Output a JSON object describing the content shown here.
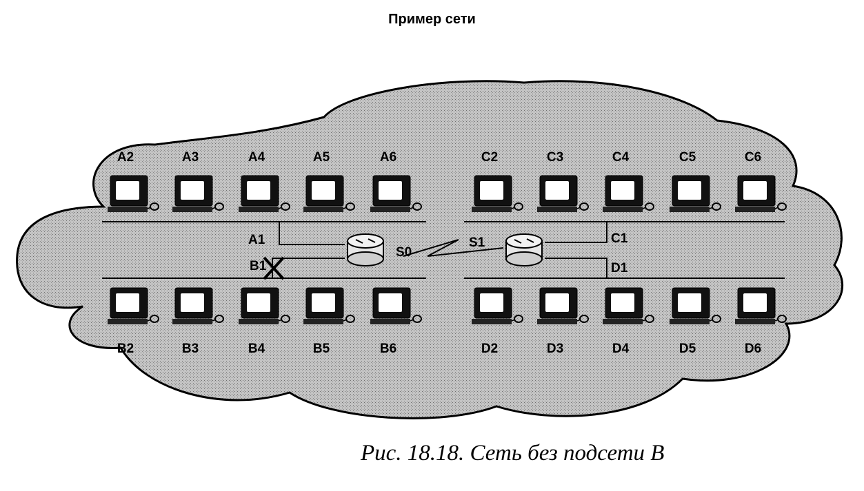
{
  "title": "Пример сети",
  "caption": "Рис. 18.18. Сеть без подсети B",
  "colors": {
    "cloud_fill": "#bdbdbd",
    "ink": "#000000",
    "screen": "#ffffff"
  },
  "hosts": {
    "top_left": [
      "A2",
      "A3",
      "A4",
      "A5",
      "A6"
    ],
    "top_right": [
      "C2",
      "C3",
      "C4",
      "C5",
      "C6"
    ],
    "bottom_left": [
      "B2",
      "B3",
      "B4",
      "B5",
      "B6"
    ],
    "bottom_right": [
      "D2",
      "D3",
      "D4",
      "D5",
      "D6"
    ]
  },
  "router_labels": {
    "A1": "A1",
    "B1": "B1",
    "S0": "S0",
    "S1": "S1",
    "C1": "C1",
    "D1": "D1"
  },
  "broken_link": "B1"
}
